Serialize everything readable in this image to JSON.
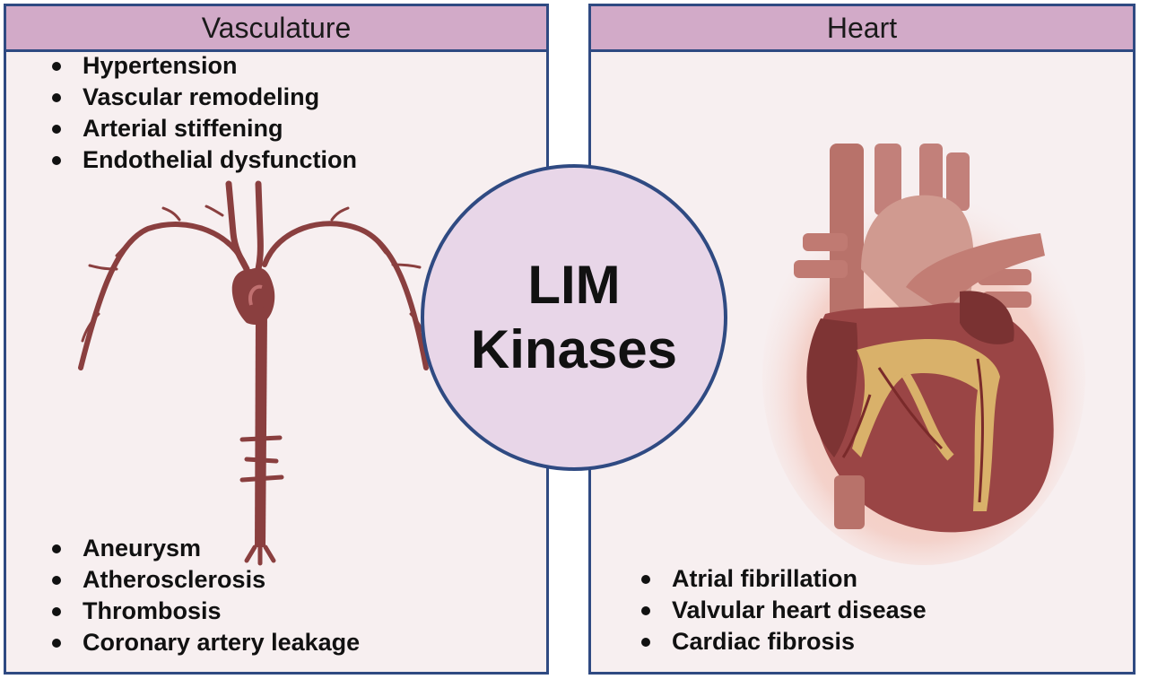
{
  "vasculature": {
    "title": "Vasculature",
    "top_items": [
      "Hypertension",
      "Vascular remodeling",
      "Arterial stiffening",
      "Endothelial dysfunction"
    ],
    "bottom_items": [
      "Aneurysm",
      "Atherosclerosis",
      "Thrombosis",
      "Coronary artery leakage"
    ]
  },
  "heart": {
    "title": "Heart",
    "items": [
      "Atrial fibrillation",
      "Valvular heart disease",
      "Cardiac fibrosis"
    ]
  },
  "center": {
    "line1": "LIM",
    "line2": "Kinases"
  },
  "colors": {
    "border": "#2f4a82",
    "header": "#d2aac8",
    "panel": "#f7eff0",
    "circle": "#e8d6e8",
    "vessel": "#8a3f3f",
    "heart": "#9a4545",
    "fat": "#d9b16a"
  },
  "icons": [
    "aorta-vessel-illustration",
    "heart-illustration"
  ]
}
